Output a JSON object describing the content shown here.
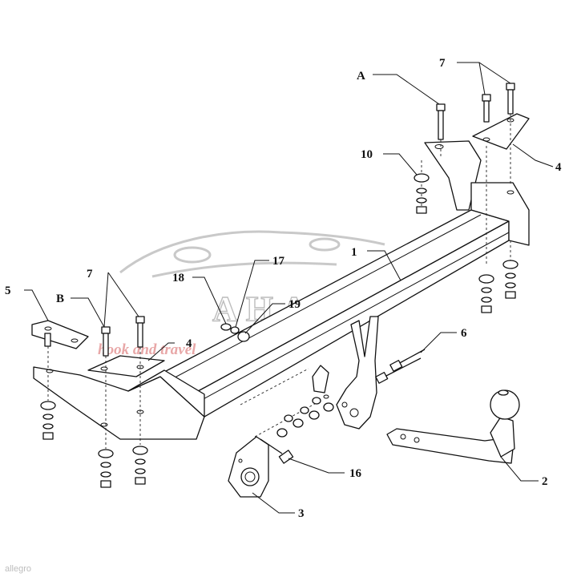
{
  "diagram": {
    "labels": {
      "l1": "1",
      "l2": "2",
      "l3": "3",
      "l4a": "4",
      "l4b": "4",
      "l5": "5",
      "l6": "6",
      "l7a": "7",
      "l7b": "7",
      "l10": "10",
      "l16": "16",
      "l17": "17",
      "l18": "18",
      "l19": "19",
      "lA": "A",
      "lB": "B"
    }
  },
  "watermark": {
    "brand": "AHAKA",
    "tagline": "hook and travel"
  },
  "corner_mark": "allegro"
}
